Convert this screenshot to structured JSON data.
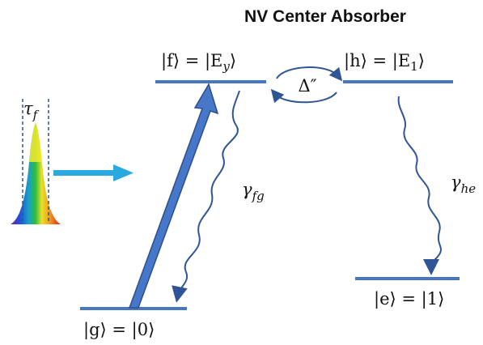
{
  "title": "NV Center Absorber",
  "levels": {
    "f": {
      "label": "|f⟩ = |E",
      "sub": "y",
      "close": "⟩"
    },
    "h": {
      "label": "|h⟩ = |E",
      "sub": "1",
      "close": "⟩"
    },
    "g": {
      "label": "|g⟩ = |0⟩"
    },
    "e": {
      "label": "|e⟩ = |1⟩"
    }
  },
  "coupling": {
    "label": "Δ″"
  },
  "decays": {
    "fg": {
      "symbol": "γ",
      "sub": "fg"
    },
    "he": {
      "symbol": "γ",
      "sub": "he"
    }
  },
  "pulse": {
    "symbol": "τ",
    "sub": "f"
  },
  "colors": {
    "level": "#4a78c0",
    "arrow": "#3f6fbf",
    "arrow_edge": "#2d4f8a",
    "wavy": "#2f5597",
    "cyan_arrow": "#2aa8e0"
  }
}
